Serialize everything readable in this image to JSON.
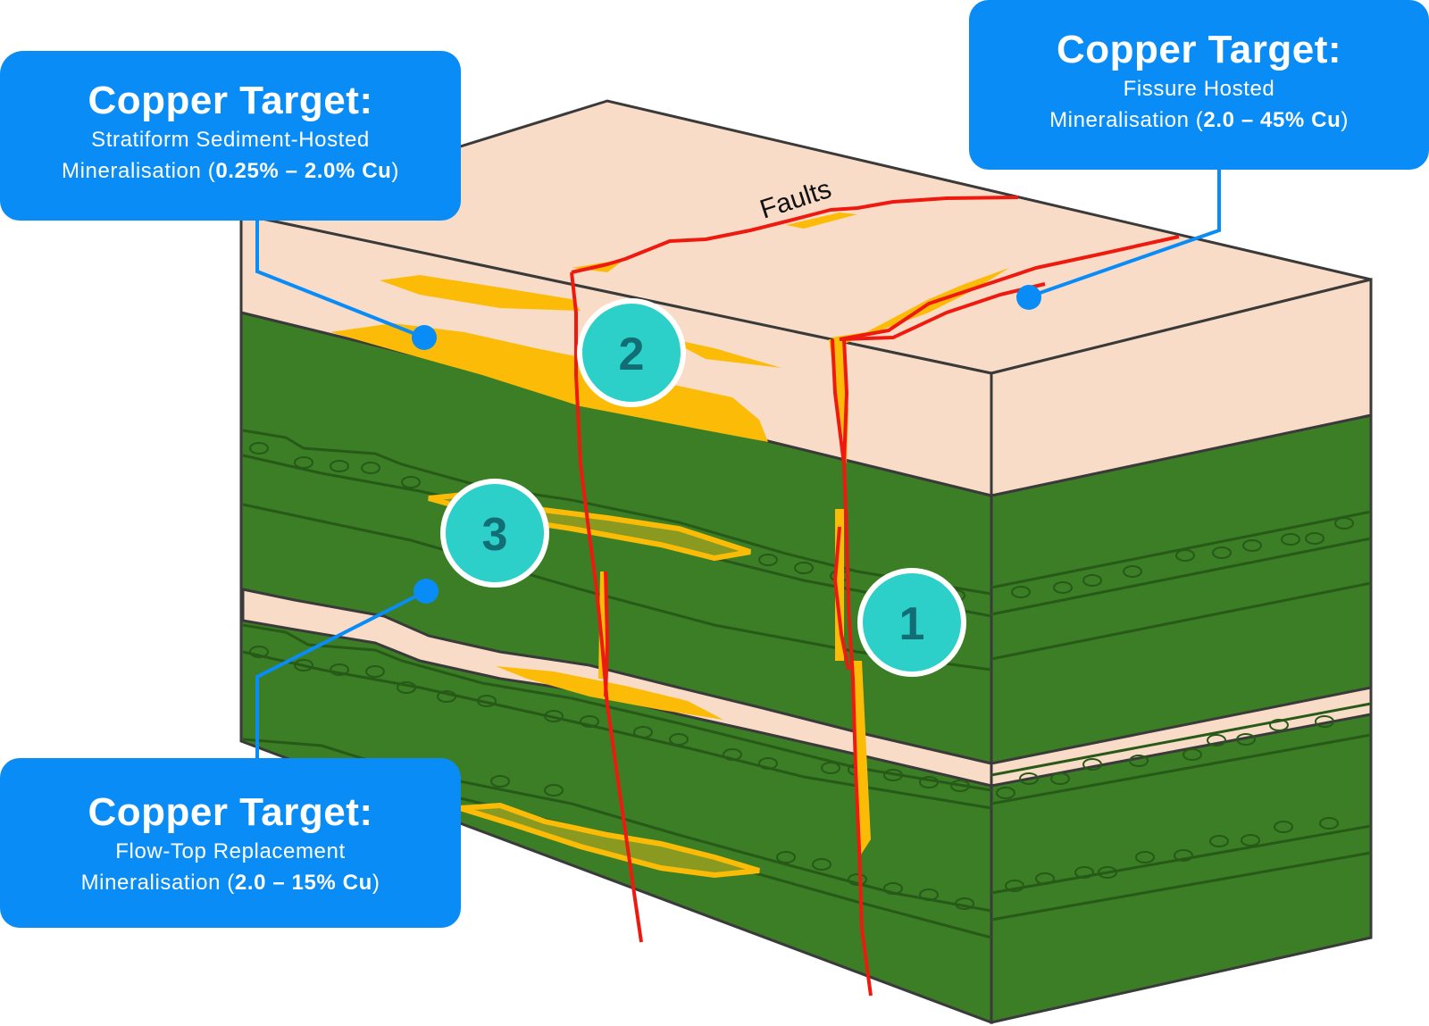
{
  "colors": {
    "callout_bg": "#0a8cf7",
    "callout_text": "#ffffff",
    "pink_layer": "#f9dcc7",
    "green_layer": "#3b7e25",
    "green_outline": "#275a18",
    "mineral_yellow": "#fbbb07",
    "fault_red": "#ef1a0f",
    "badge_fill": "#2dcfc9",
    "badge_text": "#126e75",
    "outline_dark": "#3a3a3a"
  },
  "callouts": {
    "stratiform": {
      "title": "Copper Target:",
      "line1": "Stratiform Sediment-Hosted",
      "line2_prefix": "Mineralisation (",
      "line2_bold": "0.25% – 2.0% Cu",
      "line2_suffix": ")"
    },
    "fissure": {
      "title": "Copper Target:",
      "line1": "Fissure Hosted",
      "line2_prefix": "Mineralisation (",
      "line2_bold": "2.0 – 45% Cu",
      "line2_suffix": ")"
    },
    "flowtop": {
      "title": "Copper Target:",
      "line1": "Flow-Top Replacement",
      "line2_prefix": "Mineralisation (",
      "line2_bold": "2.0 – 15% Cu",
      "line2_suffix": ")"
    }
  },
  "diagram": {
    "faults_label": "Faults",
    "badges": [
      {
        "number": "1",
        "target": "fissure"
      },
      {
        "number": "2",
        "target": "stratiform"
      },
      {
        "number": "3",
        "target": "flowtop"
      }
    ]
  }
}
